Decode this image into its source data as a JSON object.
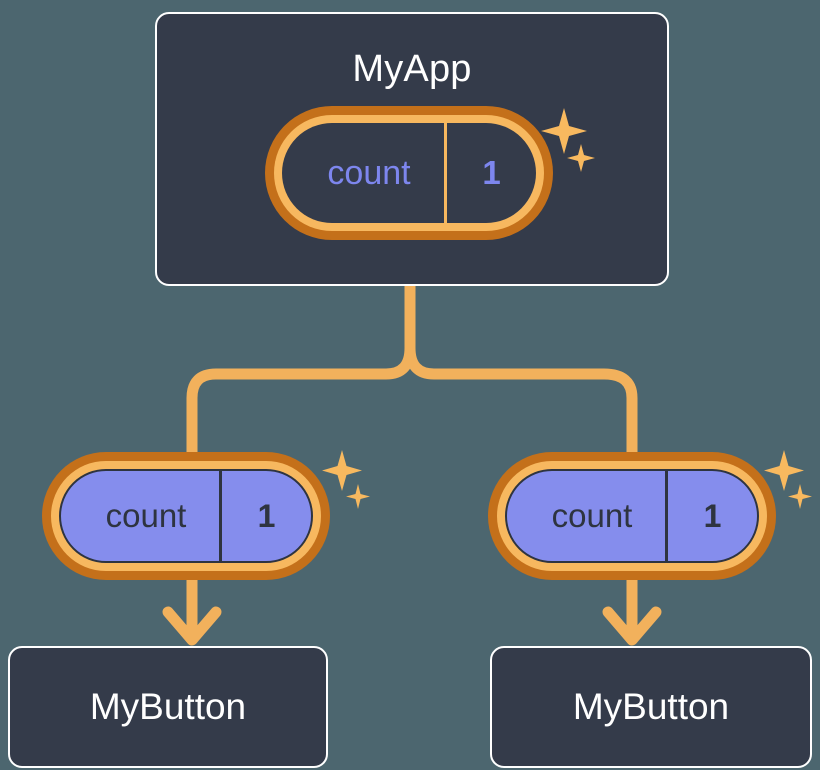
{
  "theme": {
    "page_background": "#4c666f",
    "card_background": "#343b4a",
    "card_border": "#ffffff",
    "ring_outer": "#c4701a",
    "ring_inner": "#f7b85f",
    "pill_fill_child": "#858ded",
    "pill_text_parent": "#7d86ee",
    "pill_text_child": "#2e3440",
    "connector": "#f2b15c",
    "sparkle": "#f8b95f",
    "text_on_card": "#ffffff"
  },
  "diagram": {
    "type": "component-state-tree",
    "parent": {
      "name": "parent-component",
      "title": "MyApp",
      "state": {
        "key": "count",
        "value": "1",
        "style": "outlined"
      },
      "sparkle_icon": "sparkles-icon"
    },
    "children": [
      {
        "name": "child-left",
        "state": {
          "key": "count",
          "value": "1",
          "style": "filled"
        },
        "sparkle_icon": "sparkles-icon",
        "leaf": {
          "title": "MyButton"
        }
      },
      {
        "name": "child-right",
        "state": {
          "key": "count",
          "value": "1",
          "style": "filled"
        },
        "sparkle_icon": "sparkles-icon",
        "leaf": {
          "title": "MyButton"
        }
      }
    ]
  }
}
